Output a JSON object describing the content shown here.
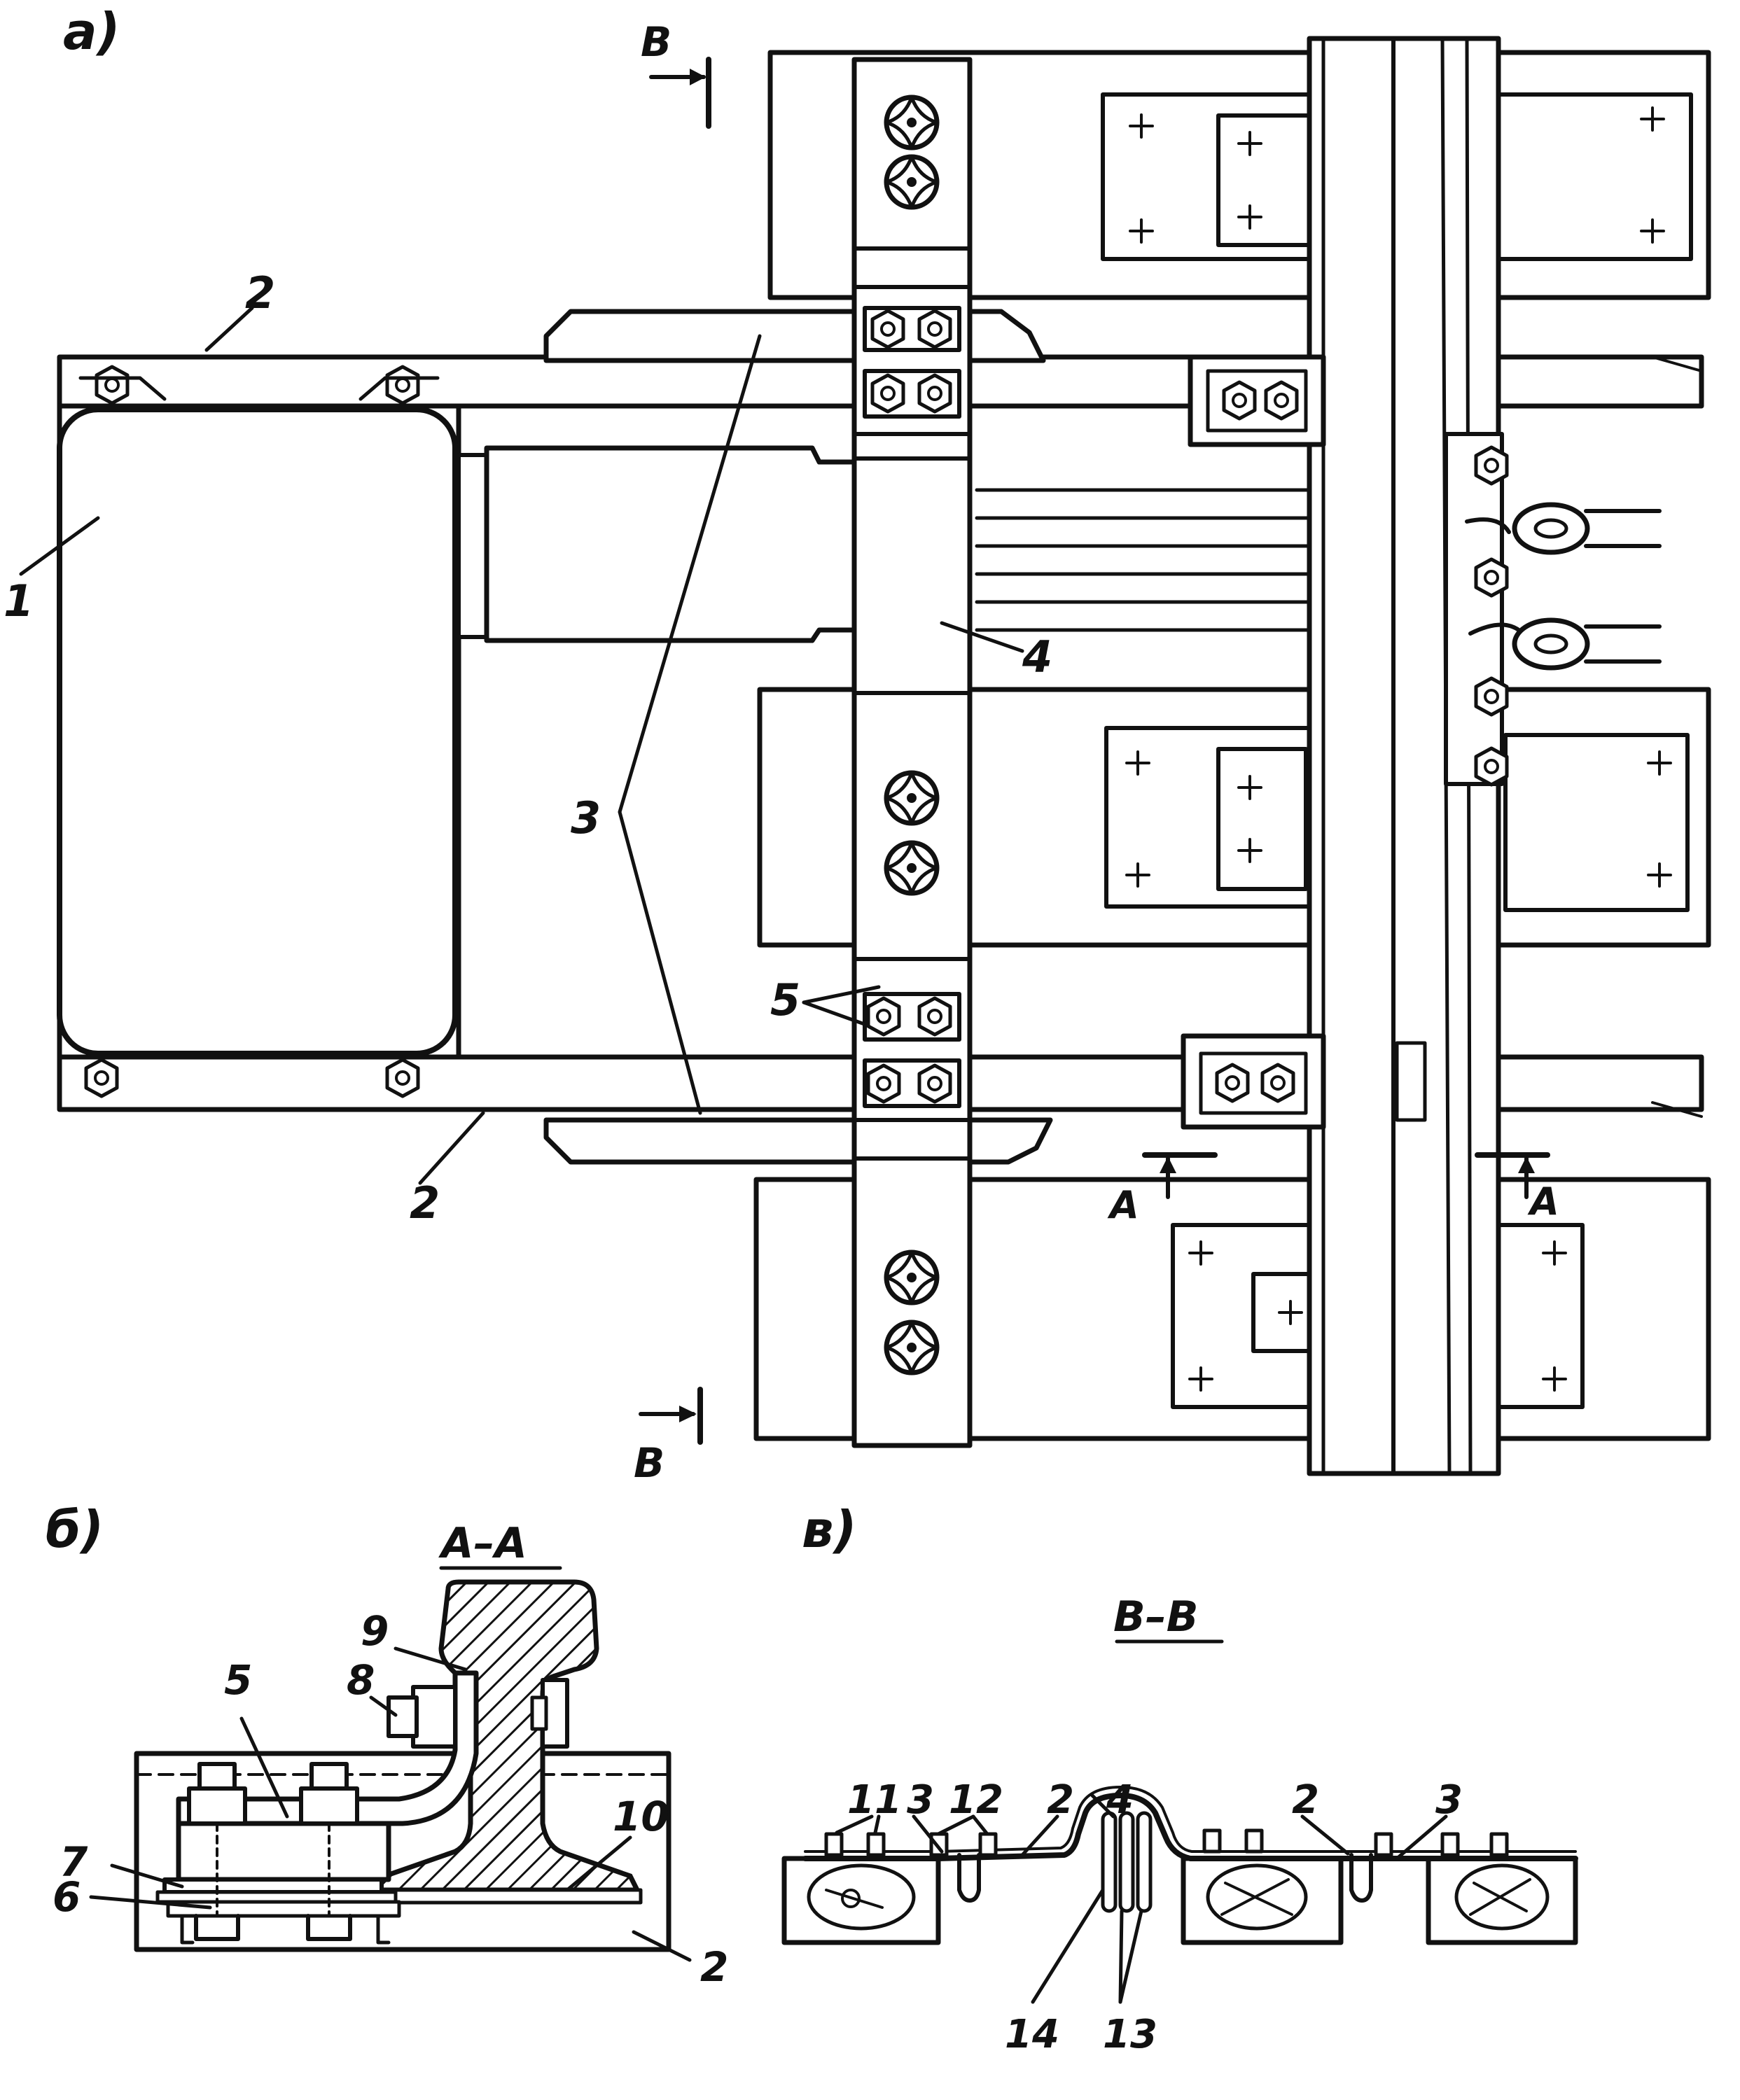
{
  "figure": {
    "panel_a": "a)",
    "panel_b": "б)",
    "panel_c": "в)"
  },
  "section_marks": {
    "b_top": "В",
    "b_bottom": "В",
    "a_left": "A",
    "a_right": "A"
  },
  "view_titles": {
    "aa": "А–А",
    "bb": "В–В"
  },
  "callouts_a": {
    "n1": "1",
    "n2_top": "2",
    "n2_bottom": "2",
    "n3": "3",
    "n4": "4",
    "n5": "5"
  },
  "callouts_b": {
    "n5": "5",
    "n6": "6",
    "n7": "7",
    "n8": "8",
    "n9": "9",
    "n10": "10",
    "n2": "2"
  },
  "callouts_c": {
    "n11": "11",
    "n3a": "3",
    "n12": "12",
    "n2a": "2",
    "n4": "4",
    "n2b": "2",
    "n3b": "3",
    "n14": "14",
    "n13": "13"
  },
  "colors": {
    "ink": "#111111",
    "paper": "#ffffff"
  }
}
